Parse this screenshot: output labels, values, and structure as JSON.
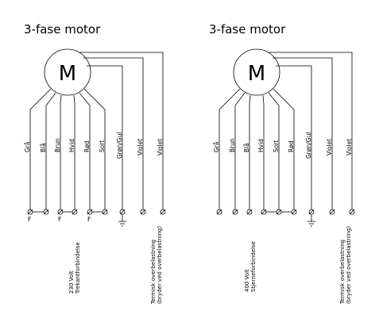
{
  "left": {
    "title": "3-fase motor",
    "motor_letter": "M",
    "wires": [
      "Grå",
      "Blå",
      "Brun",
      "Hvid",
      "Rød",
      "Sort",
      "Grøn/Gul",
      "Violet",
      "Violet"
    ],
    "f1": "F",
    "f2": "F",
    "f3": "F",
    "voltage": "230 Volt",
    "connection": "Trekantforbindelse",
    "thermal_line1": "Termisk overbelastning",
    "thermal_line2": "(bryder ved overbelastning)"
  },
  "right": {
    "title": "3-fase motor",
    "motor_letter": "M",
    "wires": [
      "Grå",
      "Brun",
      "Blå",
      "Hvid",
      "Sort",
      "Rød",
      "Grøn/Gul",
      "Violet",
      "Violet"
    ],
    "voltage": "400 Volt",
    "connection": "Stjerneforbindelse",
    "thermal_line1": "Termisk overbelastning",
    "thermal_line2": "(bryder ved overbelastning)"
  }
}
